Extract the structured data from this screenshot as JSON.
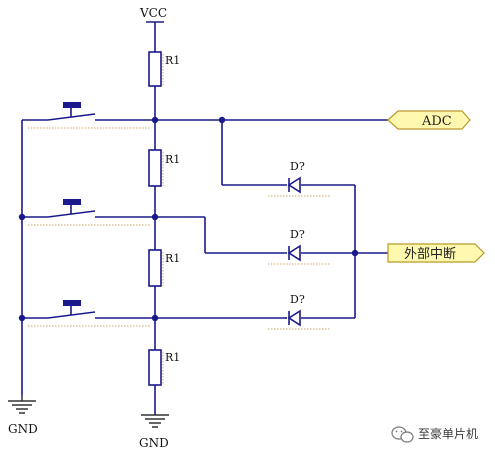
{
  "labels": {
    "vcc": "VCC",
    "gnd_left": "GND",
    "gnd_center": "GND",
    "r1": "R1",
    "r2": "R1",
    "r3": "R1",
    "r4": "R1",
    "d1": "D?",
    "d2": "D?",
    "d3": "D?"
  },
  "ports": {
    "adc": "ADC",
    "ext_int": "外部中断"
  },
  "watermark": {
    "text": "至豪单片机"
  },
  "colors": {
    "wire": "#1a1a8c",
    "port_fill": "#fff9b0",
    "hatch": "#c9a86a"
  },
  "icons": {
    "watermark_logo": "wechat-logo-icon"
  }
}
